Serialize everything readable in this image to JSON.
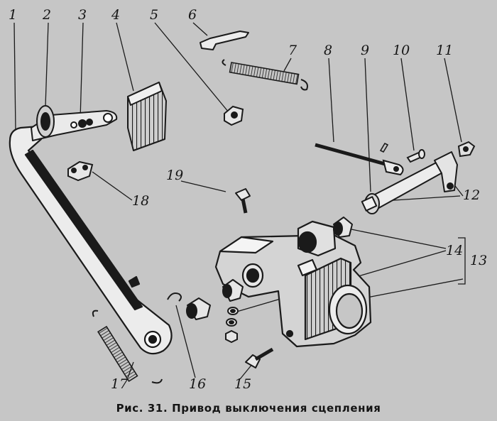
{
  "figure": {
    "caption": "Рис. 31. Привод выключения сцепления",
    "callouts": [
      "1",
      "2",
      "3",
      "4",
      "5",
      "6",
      "7",
      "8",
      "9",
      "10",
      "11",
      "12",
      "13",
      "14",
      "15",
      "16",
      "17",
      "18",
      "19"
    ]
  }
}
